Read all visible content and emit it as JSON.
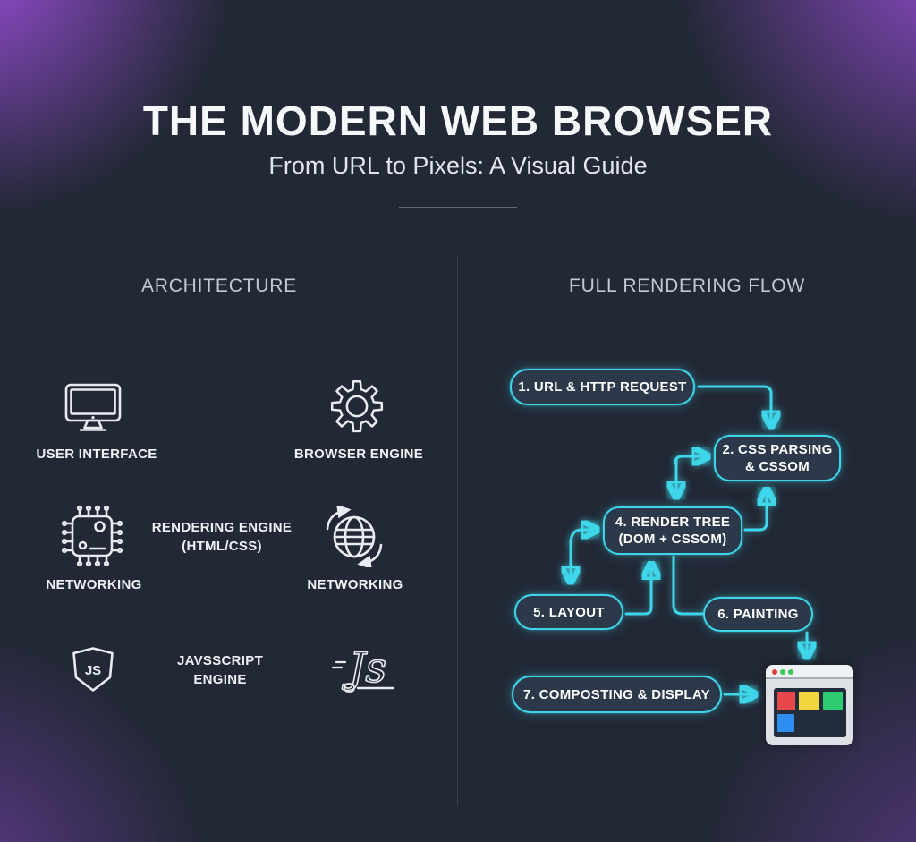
{
  "title": "THE MODERN WEB BROWSER",
  "subtitle": "From URL to Pixels: A Visual Guide",
  "colors": {
    "background": "#222835",
    "corner_glow_purple": "#9a45d8",
    "accent_cyan": "#3fd6ea",
    "flow_box_fill": "#2b394a",
    "text_primary": "#f7f8fa",
    "text_secondary": "#c4cad4",
    "icon_stroke": "#e8ebef"
  },
  "architecture": {
    "heading": "ARCHITECTURE",
    "user_interface_label": "USER INTERFACE",
    "browser_engine_label": "BROWSER ENGINE",
    "networking_left_label": "NETWORKING",
    "rendering_engine_line1": "RENDERING ENGINE",
    "rendering_engine_line2": "(HTML/CSS)",
    "networking_right_label": "NETWORKING",
    "javascript_engine_line1": "JAVSSCRIPT",
    "javascript_engine_line2": "ENGINE",
    "js_badge_text": "JS",
    "js_script_text": "Js",
    "icons": [
      "monitor-icon",
      "gear-icon",
      "chip-icon",
      "globe-sync-icon",
      "js-shield-icon",
      "js-script-icon"
    ]
  },
  "flow": {
    "heading": "FULL RENDERING FLOW",
    "step1": "1. URL & HTTP REQUEST",
    "step2_line1": "2. CSS PARSING",
    "step2_line2": "& CSSOM",
    "step4_line1": "4. RENDER TREE",
    "step4_line2": "(DOM + CSSOM)",
    "step5": "5. LAYOUT",
    "step6": "6. PAINTING",
    "step7": "7. COMPOSTING & DISPLAY",
    "browser_window": {
      "icon": "browser-window-icon",
      "dot_colors": [
        "#e0443e",
        "#3bc554",
        "#3bc554"
      ],
      "block_colors": [
        "#e8484b",
        "#f2d53f",
        "#2ecc71",
        "#2e8df0"
      ]
    }
  }
}
